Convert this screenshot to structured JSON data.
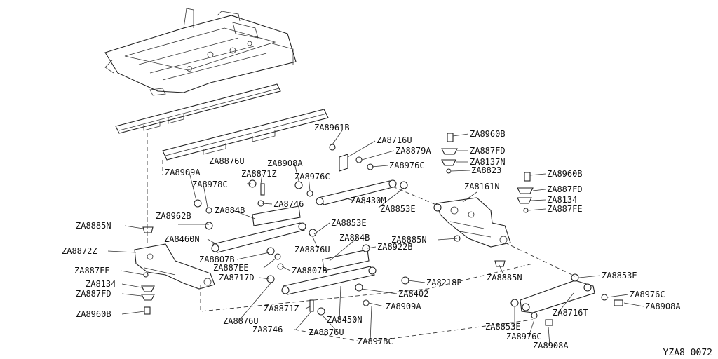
{
  "figure_code": "YZA8 0072",
  "labels": [
    "ZA8961B",
    "ZA8716U",
    "ZA8960B",
    "ZA8879A",
    "ZA887FD",
    "ZA8976C",
    "ZA8137N",
    "ZA8823",
    "ZA8876U",
    "ZA8908A",
    "ZA8909A",
    "ZA8871Z",
    "ZA8976C",
    "ZA8960B",
    "ZA8978C",
    "ZA8161N",
    "ZA887FD",
    "ZA8430M",
    "ZA8134",
    "ZA8746",
    "ZA8853E",
    "ZA884B",
    "ZA887FE",
    "ZA8962B",
    "ZA8853E",
    "ZA8885N",
    "ZA8460N",
    "ZA884B",
    "ZA8885N",
    "ZA8876U",
    "ZA8922B",
    "ZA8872Z",
    "ZA8807B",
    "ZA887EE",
    "ZA8807B",
    "ZA887FE",
    "ZA8717D",
    "ZA8885N",
    "ZA8218P",
    "ZA8853E",
    "ZA8134",
    "ZA8402",
    "ZA887FD",
    "ZA8976C",
    "ZA8871Z",
    "ZA8909A",
    "ZA8716T",
    "ZA8908A",
    "ZA8960B",
    "ZA8450N",
    "ZA8876U",
    "ZA8746",
    "ZA8853E",
    "ZA8876U",
    "ZA8976C",
    "ZA897BC",
    "ZA8908A"
  ]
}
